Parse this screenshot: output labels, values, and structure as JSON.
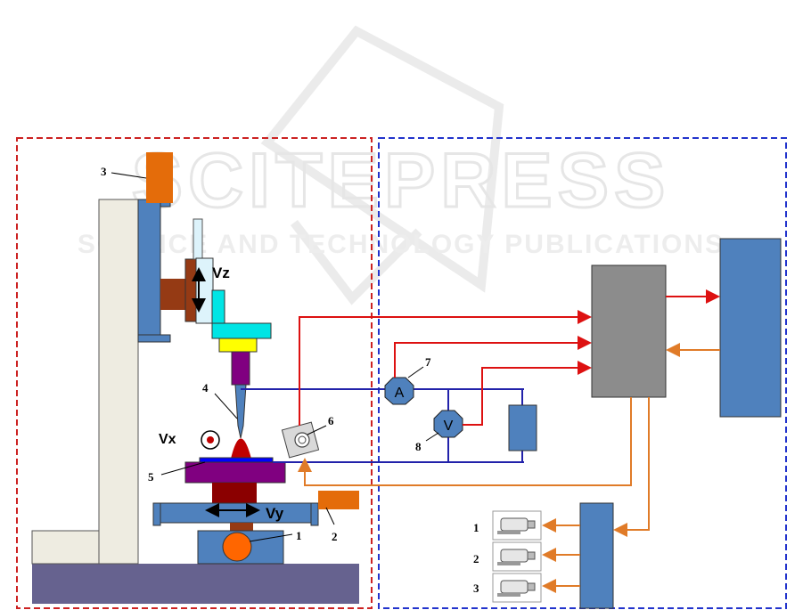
{
  "watermark": {
    "brand": "SCITEPRESS",
    "tagline": "SCIENCE AND TECHNOLOGY PUBLICATIONS"
  },
  "labels": {
    "vz": "Vz",
    "vx": "Vx",
    "vy": "Vy",
    "n1": "1",
    "n2": "2",
    "n3": "3",
    "n4": "4",
    "n5": "5",
    "n6": "6",
    "n7": "7",
    "n8": "8",
    "ammeter": "A",
    "voltmeter": "V",
    "motor1": "1",
    "motor2": "2",
    "motor3": "3"
  },
  "colors": {
    "mechanical_border": "#cc2222",
    "control_border": "#2233cc",
    "current_wire": "#2222aa",
    "signal_in": "#dd1111",
    "signal_out": "#e07b28",
    "block_blue": "#4f81bd",
    "block_gray": "#8c8c8c"
  }
}
